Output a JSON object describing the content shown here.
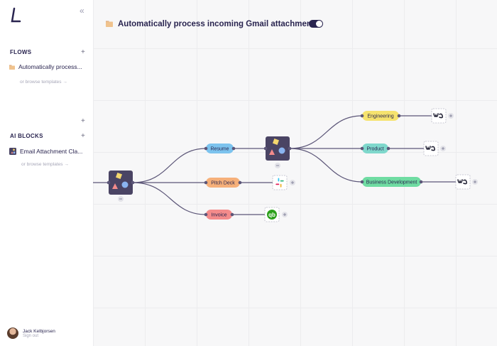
{
  "sidebar": {
    "flows_title": "FLOWS",
    "flows_item": "Automatically process...",
    "flows_browse": "or browse templates →",
    "ai_title": "AI BLOCKS",
    "ai_item": "Email Attachment Cla...",
    "ai_browse": "or browse templates →",
    "user_name": "Jack Kelbjorsen",
    "sign_out": "Sign out"
  },
  "header": {
    "title": "Automatically process incoming Gmail attachments",
    "enabled": true
  },
  "flow": {
    "pills": {
      "resume": "Resume",
      "pitch_deck": "Pitch Deck",
      "invoice": "Invoice",
      "engineering": "Engineering",
      "product": "Product",
      "business_dev": "Business Development"
    },
    "colors": {
      "resume": "#7cc3ee",
      "pitch_deck": "#f6b07a",
      "invoice": "#f48b8b",
      "engineering": "#f6e36e",
      "product": "#7fd8cc",
      "business_dev": "#6fdca2",
      "connector": "#5c5678",
      "ai_block": "#4a4464"
    },
    "integration_icons": [
      "slack-icon",
      "quickbooks-icon",
      "workable-icon",
      "workable-icon",
      "workable-icon"
    ]
  }
}
